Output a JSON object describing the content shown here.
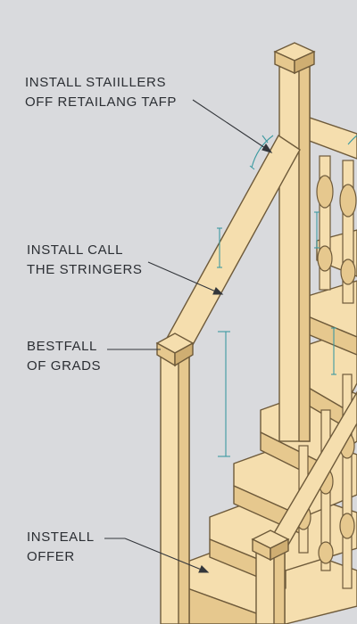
{
  "colors": {
    "background": "#d9dadd",
    "wood": "#f5deae",
    "wood_shade": "#e6c88e",
    "wood_dark": "#cfae72",
    "outline": "#6e5a3a",
    "dimension": "#3d9aa1",
    "leader": "#33363b"
  },
  "callouts": [
    {
      "lines": [
        "INSTALL STAIILLERS",
        "OFF RETAILANG TAFP"
      ]
    },
    {
      "lines": [
        "INSTALL CALL",
        "THE STRINGERS"
      ]
    },
    {
      "lines": [
        "BESTFALL",
        "OF GRADS"
      ]
    },
    {
      "lines": [
        "INSTEALL",
        "OFFER"
      ]
    }
  ]
}
